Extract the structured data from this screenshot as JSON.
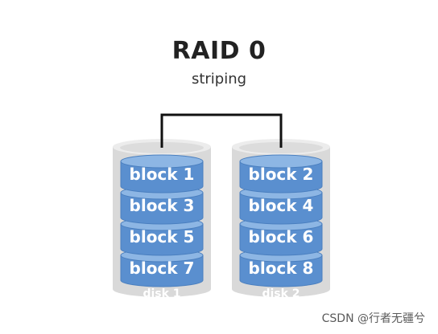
{
  "diagram": {
    "title": "RAID 0",
    "subtitle": "striping",
    "disks": [
      {
        "label": "disk 1",
        "blocks": [
          "block 1",
          "block 3",
          "block 5",
          "block 7"
        ]
      },
      {
        "label": "disk 2",
        "blocks": [
          "block 2",
          "block 4",
          "block 6",
          "block 8"
        ]
      }
    ]
  },
  "watermark": "CSDN @行者无疆兮",
  "colors": {
    "block_fill": "#5a8fcf",
    "block_top": "#8db6e4",
    "block_text": "#ffffff",
    "disk_fill": "#d9d9d9",
    "disk_top": "#ececec",
    "disk_label": "#ffffff",
    "connector": "#111111"
  }
}
